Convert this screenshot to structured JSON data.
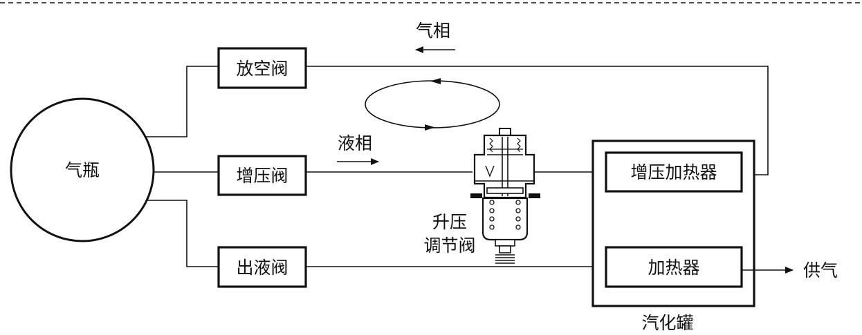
{
  "labels": {
    "gas_cylinder": "气瓶",
    "vent_valve": "放空阀",
    "pressurize_valve": "增压阀",
    "liquid_outlet_valve": "出液阀",
    "booster_heater": "增压加热器",
    "heater": "加热器",
    "vaporizer_tank": "汽化罐",
    "gas_phase": "气相",
    "liquid_phase": "液相",
    "regulator_line1": "升压",
    "regulator_line2": "调节阀",
    "supply_gas": "供气"
  }
}
